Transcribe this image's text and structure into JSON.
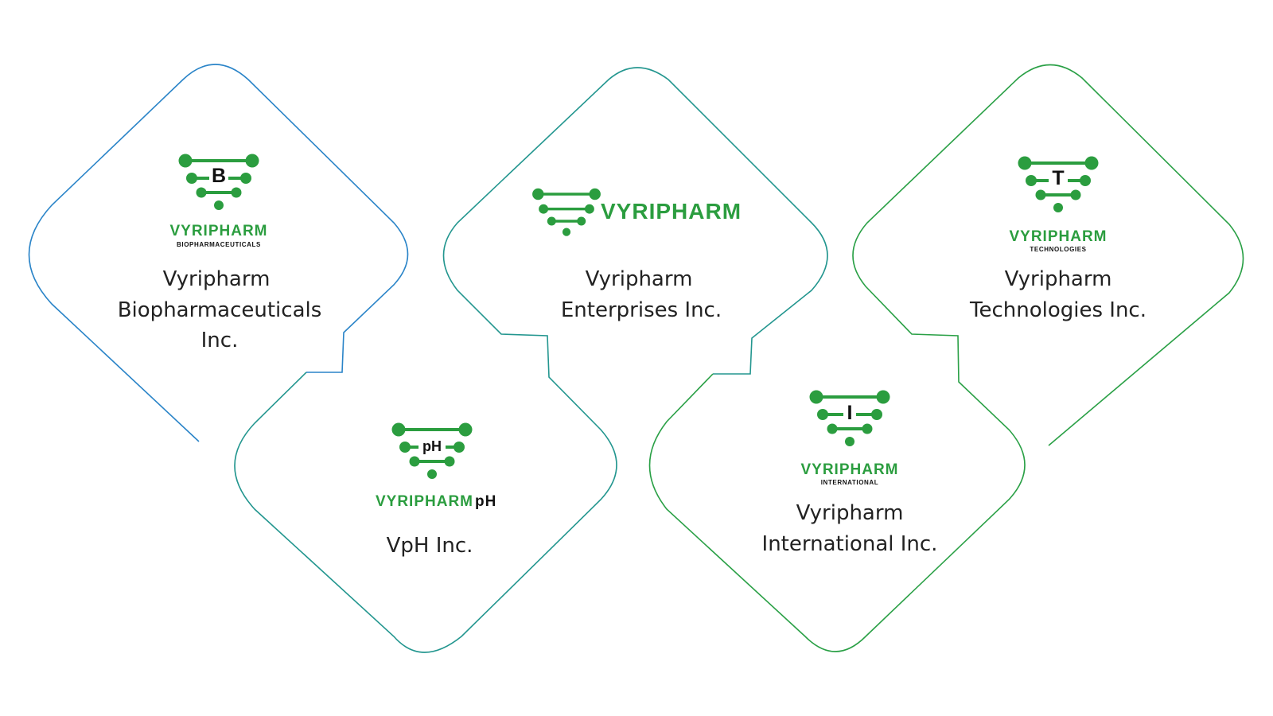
{
  "colors": {
    "brand_green": "#2b9d3f",
    "outline_blue": "#2a84c8",
    "outline_teal": "#23968f",
    "outline_green": "#2aa046",
    "text_dark": "#222222",
    "letter_black": "#111111"
  },
  "companies": [
    {
      "logo_letter": "B",
      "logo_word": "VYRIPHARM",
      "logo_sub": "BIOPHARMACEUTICALS",
      "name_lines": [
        "Vyripharm",
        "Biopharmaceuticals",
        "Inc."
      ]
    },
    {
      "logo_letter": "",
      "logo_word": "VYRIPHARM",
      "logo_sub": "",
      "name_lines": [
        "Vyripharm",
        "Enterprises Inc."
      ]
    },
    {
      "logo_letter": "T",
      "logo_word": "VYRIPHARM",
      "logo_sub": "TECHNOLOGIES",
      "name_lines": [
        "Vyripharm",
        "Technologies Inc."
      ]
    },
    {
      "logo_letter": "pH",
      "logo_word": "VYRIPHARM",
      "logo_word_suffix": "pH",
      "logo_sub": "",
      "name_lines": [
        "VpH Inc."
      ]
    },
    {
      "logo_letter": "I",
      "logo_word": "VYRIPHARM",
      "logo_sub": "INTERNATIONAL",
      "name_lines": [
        "Vyripharm",
        "International Inc."
      ]
    }
  ]
}
